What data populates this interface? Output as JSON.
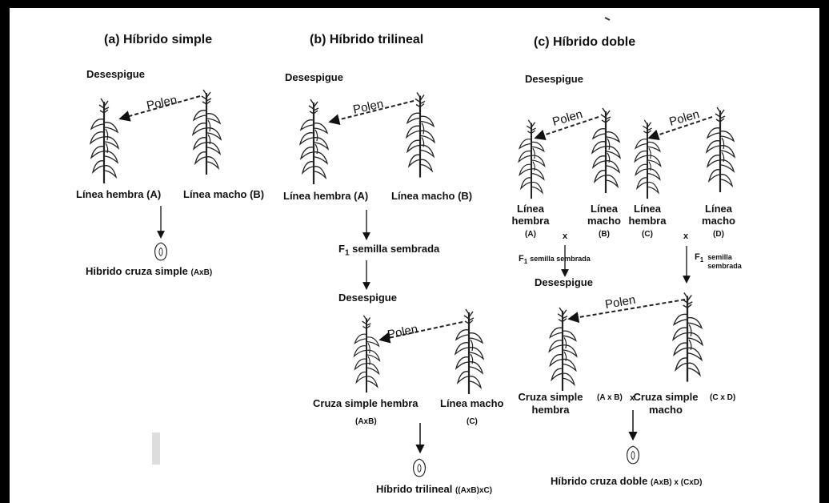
{
  "sections": {
    "a": {
      "title": "(a) Híbrido simple",
      "detasseling": "Desespigue",
      "pollen": "Polen",
      "female": "Línea hembra (A)",
      "male": "Línea macho (B)",
      "result": "Hibrido cruza simple",
      "result_sub": "(AxB)"
    },
    "b": {
      "title": "(b) Híbrido trilineal",
      "detasseling": "Desespigue",
      "pollen": "Polen",
      "female": "Línea hembra (A)",
      "male": "Línea macho (B)",
      "f1_label": "F",
      "f1_sub": "1",
      "f1_text": "semilla sembrada",
      "detasseling2": "Desespigue",
      "pollen2": "Polen",
      "female2": "Cruza simple hembra",
      "female2_sub": "(AxB)",
      "male2": "Línea macho",
      "male2_sub": "(C)",
      "result": "Híbrido trilineal",
      "result_sub": "((AxB)xC)"
    },
    "c": {
      "title": "(c) Híbrido doble",
      "detasseling": "Desespigue",
      "pollen_left": "Polen",
      "pollen_right": "Polen",
      "lines": [
        {
          "l1": "Línea",
          "l2": "hembra",
          "code": "(A)"
        },
        {
          "l1": "Línea",
          "l2": "macho",
          "code": "(B)"
        },
        {
          "l1": "Línea",
          "l2": "hembra",
          "code": "(C)"
        },
        {
          "l1": "Línea",
          "l2": "macho",
          "code": "(D)"
        }
      ],
      "cross_symbol": "x",
      "f1_left_label": "F",
      "f1_left_sub": "1",
      "f1_left_text": "semilla sembrada",
      "f1_right_label": "F",
      "f1_right_sub": "1",
      "f1_right_text1": "semilla",
      "f1_right_text2": "sembrada",
      "detasseling2": "Desespigue",
      "pollen2": "Polen",
      "female2_l1": "Cruza simple",
      "female2_l2": "hembra",
      "female2_code": "(A x B)",
      "male2_l1": "Cruza simple",
      "male2_l2": "macho",
      "male2_code": "(C x D)",
      "result": "Híbrido cruza doble",
      "result_sub": "(AxB) x (CxD)"
    }
  }
}
